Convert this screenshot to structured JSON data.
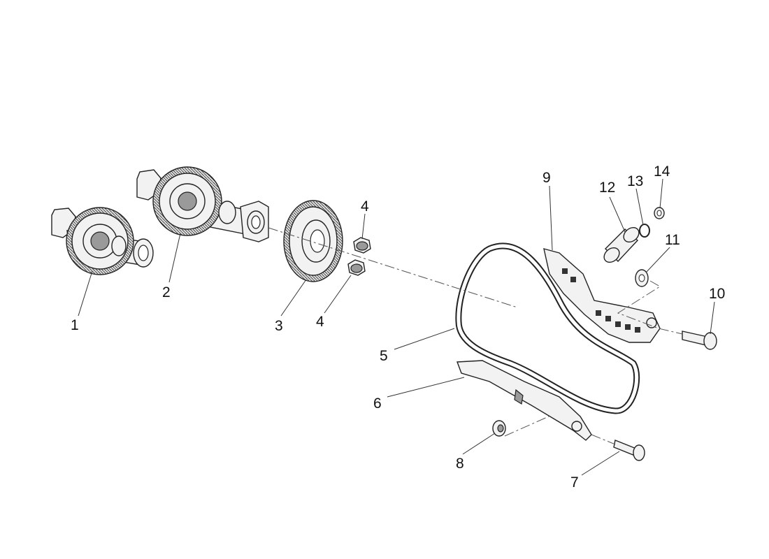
{
  "diagram": {
    "callouts": [
      {
        "id": "1",
        "label": "1"
      },
      {
        "id": "2",
        "label": "2"
      },
      {
        "id": "3",
        "label": "3"
      },
      {
        "id": "4a",
        "label": "4"
      },
      {
        "id": "4b",
        "label": "4"
      },
      {
        "id": "5",
        "label": "5"
      },
      {
        "id": "6",
        "label": "6"
      },
      {
        "id": "7",
        "label": "7"
      },
      {
        "id": "8",
        "label": "8"
      },
      {
        "id": "9",
        "label": "9"
      },
      {
        "id": "10",
        "label": "10"
      },
      {
        "id": "11",
        "label": "11"
      },
      {
        "id": "12",
        "label": "12"
      },
      {
        "id": "13",
        "label": "13"
      },
      {
        "id": "14",
        "label": "14"
      }
    ]
  }
}
